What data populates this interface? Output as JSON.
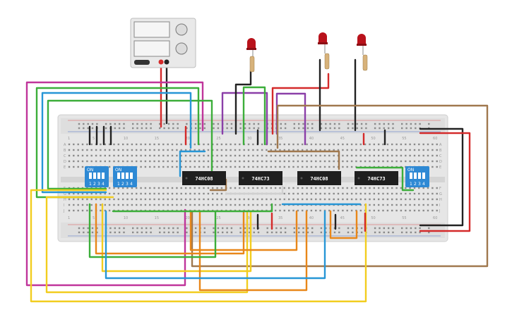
{
  "chips": [
    {
      "label": "74HC08"
    },
    {
      "label": "74HC73"
    },
    {
      "label": "74HC08"
    },
    {
      "label": "74HC73"
    }
  ],
  "dip_switches": [
    {
      "on_label": "ON",
      "positions": [
        "1",
        "2",
        "3",
        "4"
      ]
    },
    {
      "on_label": "ON",
      "positions": [
        "1",
        "2",
        "3",
        "4"
      ]
    },
    {
      "on_label": "ON",
      "positions": [
        "1",
        "2",
        "3",
        "4"
      ]
    }
  ],
  "breadboard": {
    "row_letters_top": [
      "A",
      "B",
      "C",
      "D",
      "E"
    ],
    "row_letters_bottom": [
      "F",
      "G",
      "H",
      "I",
      "J"
    ],
    "column_numbers": [
      "1",
      "5",
      "10",
      "15",
      "20",
      "25",
      "30",
      "35",
      "40",
      "45",
      "50",
      "55",
      "60"
    ]
  },
  "wire_colors": {
    "red": "#d42a2a",
    "black": "#222222",
    "green": "#3cae3a",
    "blue": "#2796d6",
    "yellow": "#f2cd1f",
    "orange": "#e8871a",
    "purple": "#8b3fa8",
    "magenta": "#c0359b",
    "brown": "#a0784e",
    "white": "#e8e8e8"
  }
}
